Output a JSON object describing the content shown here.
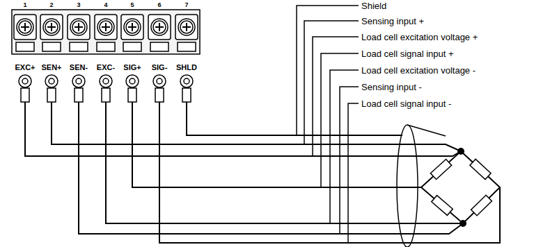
{
  "diagram": {
    "labels": [
      "1",
      "2",
      "3",
      "4",
      "5",
      "6",
      "7",
      "EXC+",
      "SEN+",
      "SEN-",
      "EXC-",
      "SIG+",
      "SIG-",
      "SHLD",
      "Shield",
      "Sensing input +",
      "Load cell excitation voltage +",
      "Load cell signal input +",
      "Load cell excitation voltage -",
      "Sensing input -",
      "Load cell signal input -"
    ]
  }
}
